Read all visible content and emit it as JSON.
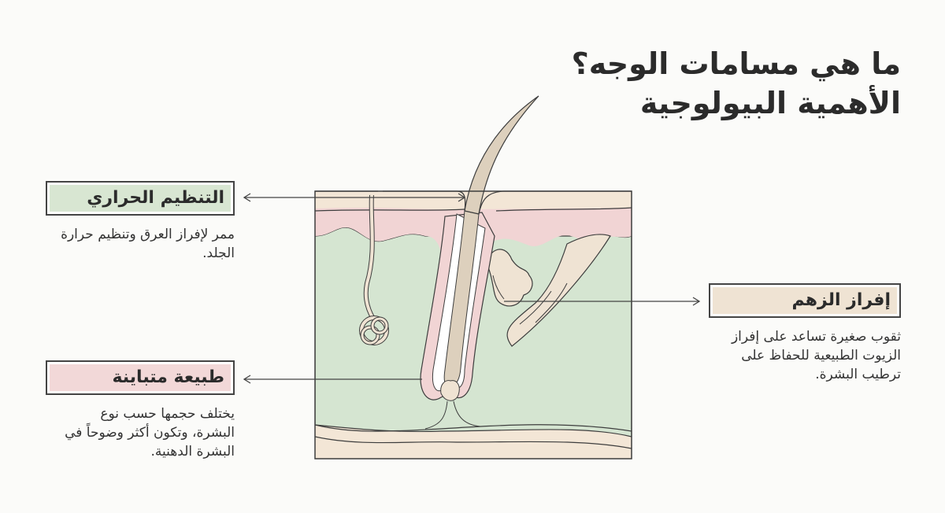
{
  "title": {
    "line1": "ما هي مسامات الوجه؟",
    "line2": "الأهمية البيولوجية"
  },
  "callouts": [
    {
      "id": "thermoregulation",
      "heading": "التنظيم الحراري",
      "description": "ممر لإفراز العرق وتنظيم حرارة الجلد.",
      "color": "#d8e6d2"
    },
    {
      "id": "varied-nature",
      "heading": "طبيعة متباينة",
      "description": "يختلف حجمها حسب نوع البشرة، وتكون أكثر وضوحاً في البشرة الدهنية.",
      "color": "#f2d8d8"
    },
    {
      "id": "sebum-secretion",
      "heading": "إفراز الزهم",
      "description": "ثقوب صغيرة تساعد على إفراز الزيوت الطبيعية للحفاظ على ترطيب البشرة.",
      "color": "#efe3d3"
    }
  ],
  "diagram": {
    "subject": "skin-cross-section",
    "colors": {
      "epidermis_top": "#f3e6d6",
      "epidermis_pink": "#f1d4d4",
      "dermis": "#d5e5d1",
      "hypodermis": "#f3e6d6",
      "hair": "#ddd0bd",
      "outline": "#3d3d3d"
    }
  }
}
